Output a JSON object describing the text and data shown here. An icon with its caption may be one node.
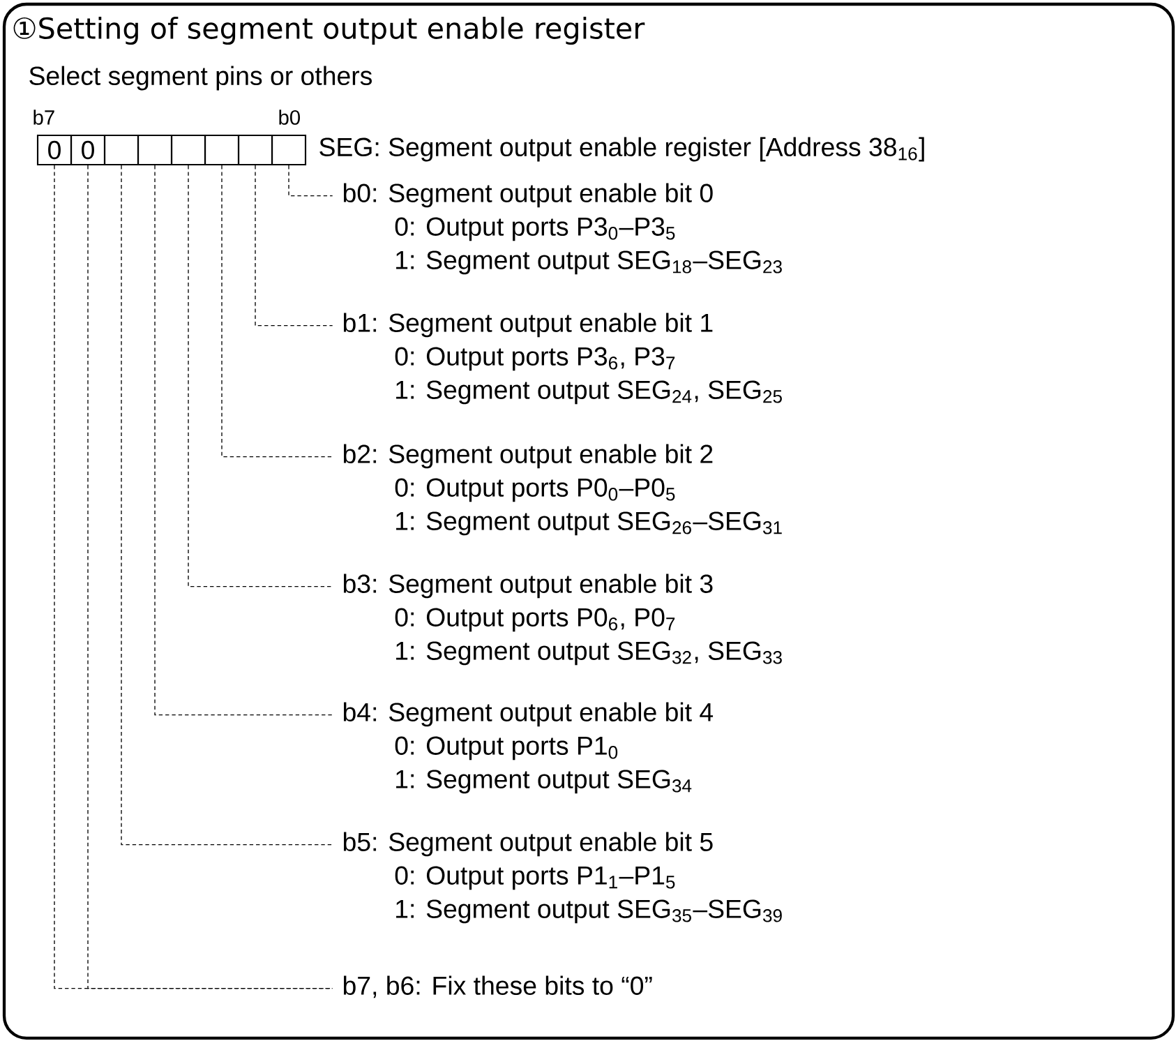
{
  "diagram": {
    "title": "①Setting of segment output enable register",
    "nodes": [
      {
        "text": [
          "0"
        ]
      },
      {
        "text": [
          "0"
        ]
      },
      {
        "text": [],
        "shape": "box"
      },
      {
        "text": [],
        "shape": "box"
      },
      {
        "text": [],
        "shape": "box"
      },
      {
        "text": [],
        "shape": "box"
      },
      {
        "text": [],
        "shape": "box"
      },
      {
        "text": [],
        "shape": "box"
      },
      {
        "text": [
          "b0: Segment output enable bit 0",
          "0: Output ports P3$_{0}$–P3$_{5}$",
          "1: Segment output SEG$_{18}$–SEG$_{23}$"
        ]
      },
      {
        "text": [
          "b1: Segment output enable bit 1",
          "0: Output ports P3$_{6}$, P3$_{7}$",
          "1: Segment output SEG$_{24}$, SEG$_{25}$"
        ]
      },
      {
        "text": [
          "b2: Segment output enable bit 2",
          "0: Output ports P0$_{0}$–P0$_{5}$",
          "1: Segment output SEG$_{26}$–SEG$_{31}$"
        ]
      },
      {
        "text": [
          "b3: Segment output enable bit 3",
          "0: Output ports P0$_{6}$, P0$_{7}$",
          "1: Segment output SEG$_{32}$, SEG$_{33}$"
        ]
      },
      {
        "text": [
          "b4: Segment output enable bit 4",
          "0: Output ports P1$_{0}$",
          "1: Segment output SEG$_{34}$"
        ]
      },
      {
        "text": [
          "b5: Segment output enable bit 5",
          "0: Output ports P1$_{1}$–P1$_{5}$",
          "1: Segment output SEG$_{35}$–SEG$_{39}$"
        ]
      },
      {
        "text": [
          "b7, b6: Fix these bits to “0”"
        ]
      }
    ],
    "edges": [
      {
        "from": 7,
        "to": 8,
        "arrow": "none",
        "style": "dashed"
      },
      {
        "from": 6,
        "to": 9,
        "arrow": "none",
        "style": "dashed"
      },
      {
        "from": 5,
        "to": 10,
        "arrow": "none",
        "style": "dashed"
      },
      {
        "from": 4,
        "to": 11,
        "arrow": "none",
        "style": "dashed"
      },
      {
        "from": 3,
        "to": 12,
        "arrow": "none",
        "style": "dashed"
      },
      {
        "from": 2,
        "to": 13,
        "arrow": "none",
        "style": "dashed"
      },
      {
        "from": 1,
        "to": 14,
        "arrow": "none",
        "style": "dashed"
      },
      {
        "from": 0,
        "to": 14,
        "arrow": "none",
        "style": "dashed"
      }
    ],
    "labels": [
      "Select segment pins or others",
      "b7",
      "b0",
      "SEG: Segment output enable register [Address 38$_{16}$]"
    ]
  }
}
